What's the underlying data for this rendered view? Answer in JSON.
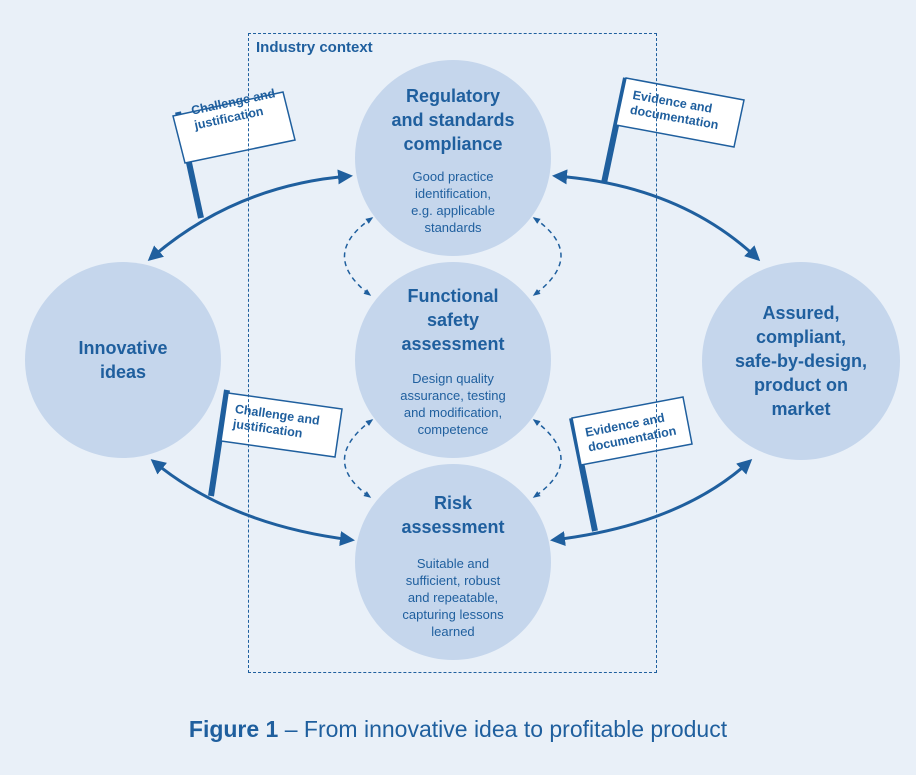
{
  "industry_context_label": "Industry context",
  "circles": {
    "regulatory": {
      "title": "Regulatory\nand standards\ncompliance",
      "body": "Good practice\nidentification,\ne.g. applicable\nstandards"
    },
    "functional": {
      "title": "Functional\nsafety\nassessment",
      "body": "Design quality\nassurance, testing\nand modification,\ncompetence"
    },
    "risk": {
      "title": "Risk\nassessment",
      "body": "Suitable and\nsufficient, robust\nand repeatable,\ncapturing lessons\nlearned"
    },
    "innovative": {
      "title": "Innovative\nideas"
    },
    "assured": {
      "title": "Assured,\ncompliant,\nsafe-by-design,\nproduct on\nmarket"
    }
  },
  "flags": {
    "top_left": "Challenge and\njustification",
    "bottom_left": "Challenge and\njustification",
    "top_right": "Evidence and\ndocumentation",
    "bottom_right": "Evidence and\ndocumentation"
  },
  "caption": {
    "bold": "Figure 1",
    "rest": " – From innovative idea to profitable product"
  },
  "colors": {
    "background": "#e9f0f8",
    "circle_fill": "#c5d6ec",
    "accent": "#1f5f9e"
  }
}
